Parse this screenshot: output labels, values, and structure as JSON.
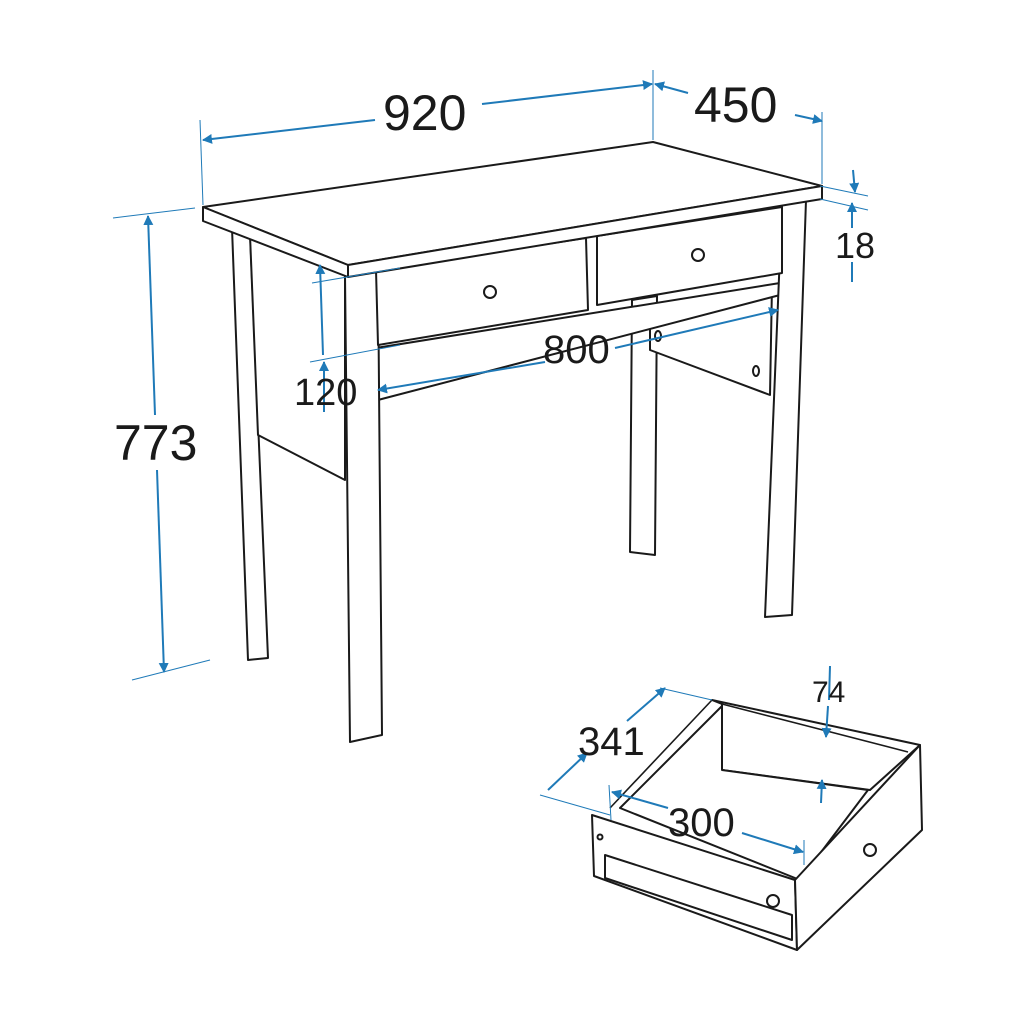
{
  "dimensions": {
    "width": "920",
    "depth": "450",
    "top_thickness": "18",
    "height": "773",
    "apron_height": "120",
    "inner_width": "800",
    "drawer_depth": "341",
    "drawer_width": "300",
    "drawer_height": "74"
  },
  "colors": {
    "dimension_line": "#1f7ab8",
    "outline": "#1a1a1a"
  }
}
